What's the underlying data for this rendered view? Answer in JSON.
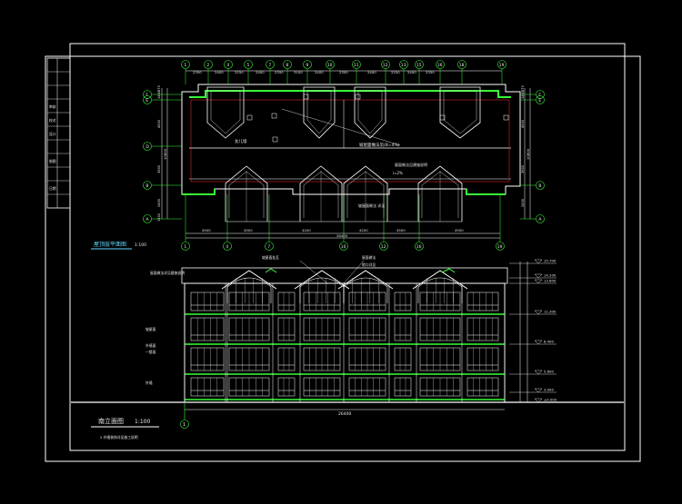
{
  "colors": {
    "background": "#000000",
    "lines": "#ffffff",
    "axis": "#39ff39",
    "accent_red": "#ff3030",
    "cyan_title": "#5fd8ff"
  },
  "plan": {
    "top_axes": [
      "1",
      "2",
      "4",
      "5",
      "7",
      "8",
      "9",
      "10",
      "11",
      "12",
      "13",
      "15",
      "16",
      "18",
      "19"
    ],
    "top_dims": [
      "2350",
      "2400",
      "2250",
      "2400",
      "2350",
      "3100",
      "2400",
      "2300",
      "2400",
      "2250",
      "2400",
      "2350"
    ],
    "bottom_axes": [
      "1",
      "4",
      "7",
      "10",
      "12",
      "16",
      "19"
    ],
    "bottom_dims": [
      "4500",
      "4500",
      "4200",
      "4200",
      "4500",
      "4500"
    ],
    "bottom_total": "26400",
    "left_axes": [
      "F",
      "E",
      "D",
      "B",
      "A"
    ],
    "left_dims": [
      "370",
      "1460",
      "4500",
      "3600",
      "2400",
      "1500"
    ],
    "left_total": "10800",
    "right_axes": [
      "F",
      "E",
      "B",
      "A"
    ],
    "right_dims": [
      "370",
      "1460",
      "4500",
      "3600",
      "2400"
    ],
    "right_total": "10800",
    "notes": [
      "女儿墙",
      "坡屋面",
      "i=2%",
      "详见建施",
      "檐沟"
    ],
    "leader_notes": [
      "坡屋面做法见(B=4%)",
      "屋面做法见建施说明",
      "坡屋面做法 详见"
    ],
    "title": "屋顶层平面图",
    "scale": "1:100"
  },
  "elevation": {
    "top_label": "屋面做法详见建施说明",
    "notes_left": [
      "坡屋面",
      "外墙面",
      "一楼面",
      "外墙"
    ],
    "notes_top": [
      "坡屋面挂瓦",
      "屋面做法",
      "檐口详见"
    ],
    "levels": [
      "15.700",
      "14.200",
      "13.600",
      "11.300",
      "8.400",
      "5.600",
      "3.000",
      "±0.000"
    ],
    "total_width": "26400",
    "axis_start": "1",
    "title": "南立面图",
    "scale": "1:100",
    "footnote": "2  外墙装饰详见施工说明"
  },
  "titleblock": {
    "cells": [
      "",
      "",
      "",
      "审核",
      "校对",
      "设计",
      "",
      "制图",
      "",
      "日期",
      ""
    ]
  }
}
